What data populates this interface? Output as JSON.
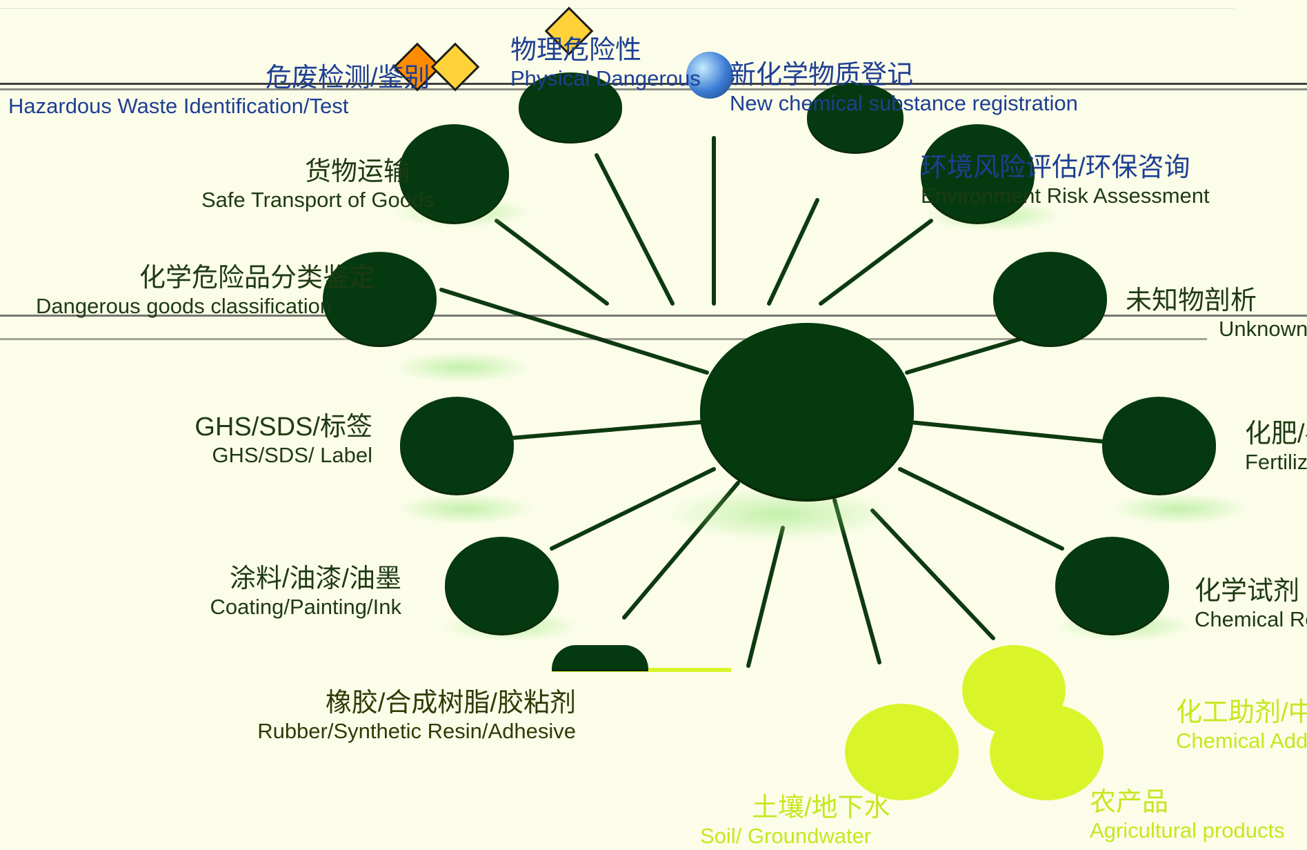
{
  "colors": {
    "background": "#fbfde9",
    "node_dark": "#053a10",
    "node_lime": "#d9f52a",
    "line_dark": "#0d3a10",
    "text_navy": "#1e3f93",
    "text_dark": "#1f3a12",
    "text_lime": "#c8e61e"
  },
  "icons": {
    "hazard_sign": "hazard-diamond-icon",
    "globe": "globe-icon"
  },
  "services": {
    "hazardous_waste": {
      "cn": "危废检测/鉴别",
      "en": "Hazardous Waste Identification/Test"
    },
    "physical_danger": {
      "cn": "物理危险性",
      "en": "Physical Dangerous"
    },
    "new_substance": {
      "cn": "新化学物质登记",
      "en": "New chemical substance registration"
    },
    "transport": {
      "cn": "货物运输",
      "en": "Safe Transport of Goods"
    },
    "env_risk": {
      "cn": "环境风险评估/环保咨询",
      "en": "Environment Risk Assessment"
    },
    "classification": {
      "cn": "化学危险品分类鉴定",
      "en": "Dangerous goods classification"
    },
    "unknown": {
      "cn": "未知物剖析",
      "en": "Unknown"
    },
    "ghs": {
      "cn": "GHS/SDS/标签",
      "en": "GHS/SDS/ Label"
    },
    "fertilizer": {
      "cn": "化肥/农药",
      "en": "Fertilizer/Pesticide"
    },
    "coating": {
      "cn": "涂料/油漆/油墨",
      "en": "Coating/Painting/Ink"
    },
    "reagent": {
      "cn": "化学试剂",
      "en": "Chemical Reagent"
    },
    "rubber": {
      "cn": "橡胶/合成树脂/胶粘剂",
      "en": "Rubber/Synthetic Resin/Adhesive"
    },
    "additive": {
      "cn": "化工助剂/中间体",
      "en": "Chemical Additive/Intermediate"
    },
    "soil": {
      "cn": "土壤/地下水",
      "en": "Soil/ Groundwater"
    },
    "agri": {
      "cn": "农产品",
      "en": "Agricultural products"
    }
  }
}
